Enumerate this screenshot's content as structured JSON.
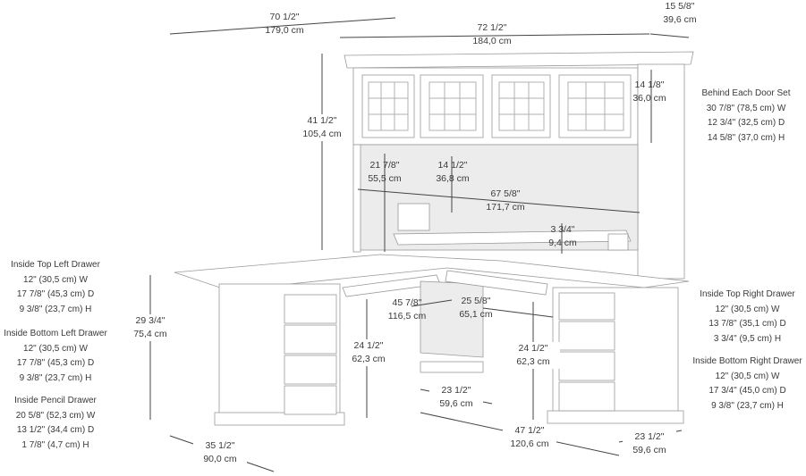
{
  "dimensions": {
    "overall_depth_left": {
      "imperial": "70 1/2\"",
      "metric": "179,0 cm"
    },
    "hutch_width": {
      "imperial": "72 1/2\"",
      "metric": "184,0 cm"
    },
    "hutch_depth": {
      "imperial": "15 5/8\"",
      "metric": "39,6 cm"
    },
    "hutch_height": {
      "imperial": "41 1/2\"",
      "metric": "105,4 cm"
    },
    "hutch_cabinet_height": {
      "imperial": "14 1/8\"",
      "metric": "36,0 cm"
    },
    "left_opening_height": {
      "imperial": "21 7/8\"",
      "metric": "55,5 cm"
    },
    "center_opening_height": {
      "imperial": "14 1/2\"",
      "metric": "36,8 cm"
    },
    "hutch_inner_width": {
      "imperial": "67 5/8\"",
      "metric": "171,7 cm"
    },
    "shelf_height": {
      "imperial": "3 3/4\"",
      "metric": "9,4 cm"
    },
    "desk_height": {
      "imperial": "29 3/4\"",
      "metric": "75,4 cm"
    },
    "knee_space_width_left": {
      "imperial": "45 7/8\"",
      "metric": "116,5 cm"
    },
    "knee_space_width_right": {
      "imperial": "25 5/8\"",
      "metric": "65,1 cm"
    },
    "knee_height_left": {
      "imperial": "24 1/2\"",
      "metric": "62,3 cm"
    },
    "knee_height_right": {
      "imperial": "24 1/2\"",
      "metric": "62,3 cm"
    },
    "knee_depth": {
      "imperial": "23 1/2\"",
      "metric": "59,6 cm"
    },
    "right_return_length": {
      "imperial": "47 1/2\"",
      "metric": "120,6 cm"
    },
    "right_depth": {
      "imperial": "23 1/2\"",
      "metric": "59,6 cm"
    },
    "left_depth": {
      "imperial": "35 1/2\"",
      "metric": "90,0 cm"
    }
  },
  "specs": {
    "behind_door": {
      "title": "Behind Each Door Set",
      "lines": [
        "30 7/8\" (78,5 cm) W",
        "12 3/4\" (32,5 cm) D",
        "14 5/8\" (37,0 cm) H"
      ]
    },
    "top_left_drawer": {
      "title": "Inside Top Left Drawer",
      "lines": [
        "12\" (30,5 cm) W",
        "17 7/8\" (45,3 cm) D",
        "9 3/8\" (23,7 cm) H"
      ]
    },
    "bottom_left_drawer": {
      "title": "Inside Bottom Left Drawer",
      "lines": [
        "12\" (30,5 cm) W",
        "17 7/8\" (45,3 cm) D",
        "9 3/8\" (23,7 cm) H"
      ]
    },
    "pencil_drawer": {
      "title": "Inside Pencil Drawer",
      "lines": [
        "20 5/8\" (52,3 cm) W",
        "13 1/2\" (34,4 cm) D",
        "1 7/8\" (4,7 cm) H"
      ]
    },
    "top_right_drawer": {
      "title": "Inside Top Right Drawer",
      "lines": [
        "12\" (30,5 cm) W",
        "13 7/8\" (35,1 cm) D",
        "3 3/4\" (9,5 cm) H"
      ]
    },
    "bottom_right_drawer": {
      "title": "Inside Bottom Right Drawer",
      "lines": [
        "12\" (30,5 cm) W",
        "17 3/4\" (45,0 cm) D",
        "9 3/8\" (23,7 cm) H"
      ]
    }
  }
}
